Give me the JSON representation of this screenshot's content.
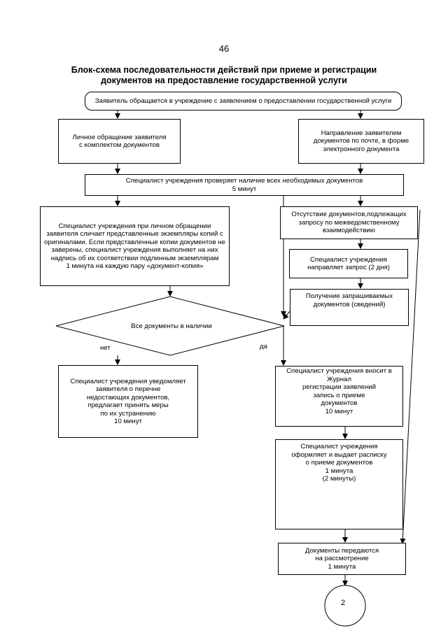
{
  "page_number": "46",
  "title": "Блок-схема последовательности действий при приеме и регистрации документов на предоставление государственной услуги",
  "nodes": {
    "start": "Заявитель обращается в учреждение с заявлением о предоставлении государственной услуги",
    "personal": "Личное обращение заявителя\nс комплектом документов",
    "mail": "Направление заявителем\nдокументов по почте, в форме\nэлектронного документа",
    "check": "Специалист учреждения проверяет наличие всех необходимых документов\n5 минут",
    "compare": "Специалист учреждения при личном обращении заявителя сличает представленные экземпляры копий с оригиналами. Если представленные копии документов не заверены, специалист учреждения выполняет на них надпись об их соответствии подлинным экземплярам\n1 минута на каждую пару «документ-копия»",
    "absence": "Отсутствие документов,подлежащих запросу по межведомственному взаимодействию",
    "request": "Специалист учреждения\nнаправляет запрос (2 дня)",
    "receive": "Получение запрашиваемых\nдокументов (сведений)",
    "decision": "Все документы в наличии",
    "no_label": "нет",
    "yes_label": "да",
    "notify": "Специалист учреждения уведомляет\nзаявителя о перечне\nнедостающих документов,\nпредлагает принять меры\nпо их устранению\n10 минут",
    "register": "Специалист учреждения вносит в\nЖурнал\nрегистрации заявлений\nзапись о приеме\nдокументов\n10 минут",
    "receipt": "Специалист учреждения\nоформляет и выдает расписку\nо приеме документов\n1 минута\n(2  минуты)",
    "transfer": "Документы передаются\nна рассмотрение\n1 минута",
    "connector": "2"
  }
}
